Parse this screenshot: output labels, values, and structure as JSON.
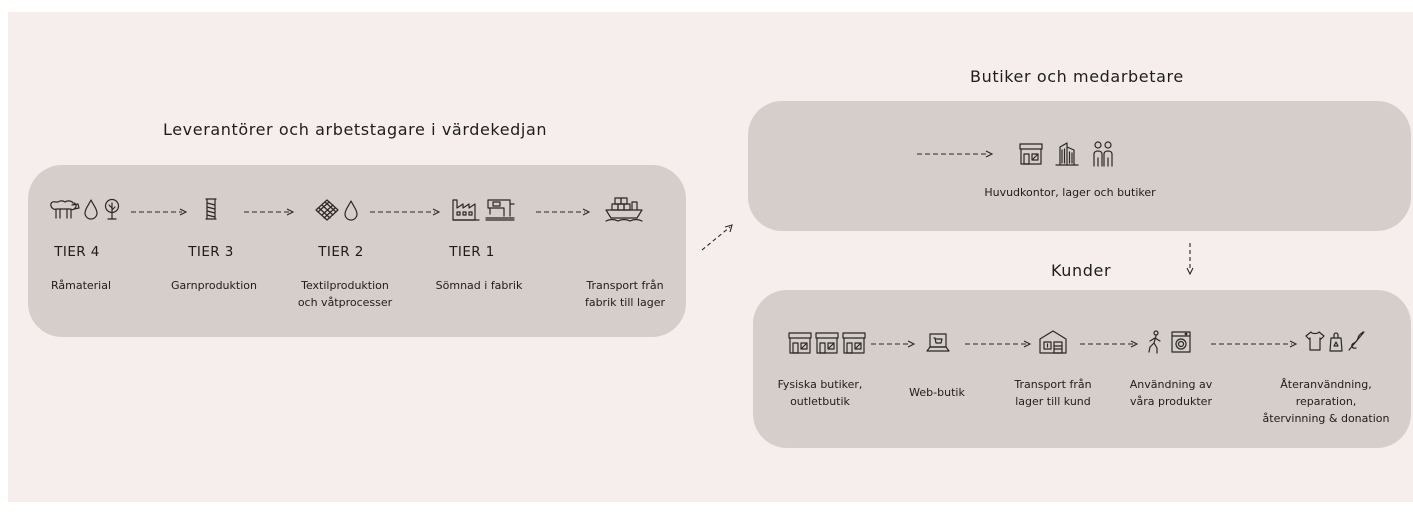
{
  "supply": {
    "title": "Leverantörer och arbetstagare i värdekedjan",
    "steps": [
      {
        "tier": "TIER 4",
        "label_lines": [
          "Råmaterial"
        ],
        "icons": [
          "sheep-icon",
          "water-drop-icon",
          "tree-icon"
        ]
      },
      {
        "tier": "TIER 3",
        "label_lines": [
          "Garnproduktion"
        ],
        "icons": [
          "yarn-spool-icon"
        ]
      },
      {
        "tier": "TIER 2",
        "label_lines": [
          "Textilproduktion",
          "och våtprocesser"
        ],
        "icons": [
          "fabric-weave-icon",
          "water-drop-icon"
        ]
      },
      {
        "tier": "TIER 1",
        "label_lines": [
          "Sömnad i fabrik"
        ],
        "icons": [
          "factory-icon",
          "sewing-machine-icon"
        ]
      },
      {
        "tier": "",
        "label_lines": [
          "Transport från",
          "fabrik till lager"
        ],
        "icons": [
          "cargo-ship-icon"
        ]
      }
    ]
  },
  "stores": {
    "title": "Butiker och medarbetare",
    "label": "Huvudkontor, lager och butiker",
    "icons": [
      "storefront-icon",
      "office-building-icon",
      "people-icon"
    ]
  },
  "customers": {
    "title": "Kunder",
    "steps": [
      {
        "label_lines": [
          "Fysiska butiker,",
          "outletbutik"
        ],
        "icons": [
          "storefront-icon",
          "storefront-icon",
          "storefront-icon"
        ]
      },
      {
        "label_lines": [
          "Web-butik"
        ],
        "icons": [
          "laptop-cart-icon"
        ]
      },
      {
        "label_lines": [
          "Transport från",
          "lager till kund"
        ],
        "icons": [
          "warehouse-icon"
        ]
      },
      {
        "label_lines": [
          "Användning av",
          "våra produkter"
        ],
        "icons": [
          "person-walking-icon",
          "washing-machine-icon"
        ]
      },
      {
        "label_lines": [
          "Återanvändning,",
          "reparation,",
          "återvinning & donation"
        ],
        "icons": [
          "tshirt-icon",
          "recycle-bag-icon",
          "needle-thread-icon"
        ]
      }
    ]
  }
}
